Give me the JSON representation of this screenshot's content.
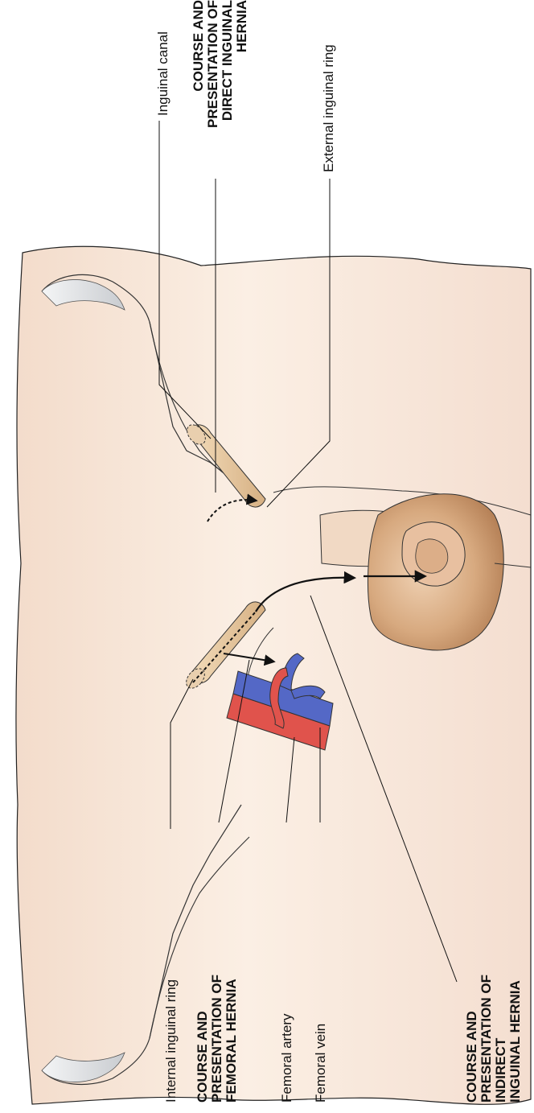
{
  "labels": {
    "inguinal_canal": "Inguinal canal",
    "direct_hernia": [
      "COURSE AND",
      "PRESENTATION OF",
      "DIRECT INGUINAL",
      "HERNIA"
    ],
    "external_ring": "External inguinal ring",
    "internal_ring": "Internal inguinal ring",
    "femoral_hernia": [
      "COURSE AND",
      "PRESENTATION OF",
      "FEMORAL HERNIA"
    ],
    "femoral_artery": "Femoral artery",
    "femoral_vein": "Femoral vein",
    "indirect_hernia": [
      "COURSE AND",
      "PRESENTATION OF",
      "INDIRECT",
      "INGUINAL HERNIA"
    ]
  },
  "colors": {
    "skin": "#f6e6d6",
    "skin_shade": "#ead2bc",
    "canal": "#e8c9a0",
    "scrotum": "#c9956b",
    "artery": "#e0534c",
    "vein": "#5468c6",
    "bone": "#d9dbdd"
  }
}
